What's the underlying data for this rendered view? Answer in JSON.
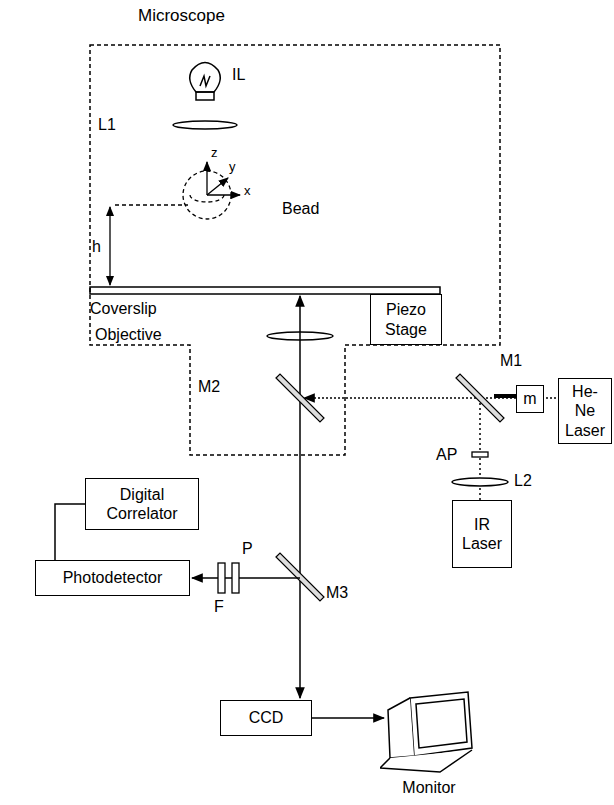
{
  "diagram": {
    "nodes": [
      {
        "text": [
          "Microscope"
        ]
      },
      {
        "text": [
          "Piezo Stage"
        ],
        "in": 0
      },
      {
        "text": [
          "Digital Correlator"
        ]
      },
      {
        "text": [
          "Photodetector"
        ]
      },
      {
        "text": [
          "m"
        ]
      },
      {
        "text": [
          "He-Ne Laser"
        ]
      },
      {
        "text": [
          "IR Laser"
        ]
      },
      {
        "text": [
          "CCD"
        ]
      },
      {
        "text": [
          "Monitor"
        ]
      }
    ],
    "edges": [
      {
        "from": 2,
        "to": 3,
        "arrow": "none"
      },
      {
        "from": 7,
        "to": 8,
        "arrow": "to"
      }
    ],
    "labels": [
      "IL",
      "L1",
      "Bead",
      "z",
      "y",
      "x",
      "h",
      "Coverslip",
      "Objective",
      "M2",
      "M1",
      "AP",
      "L2",
      "P",
      "F",
      "M3"
    ]
  }
}
